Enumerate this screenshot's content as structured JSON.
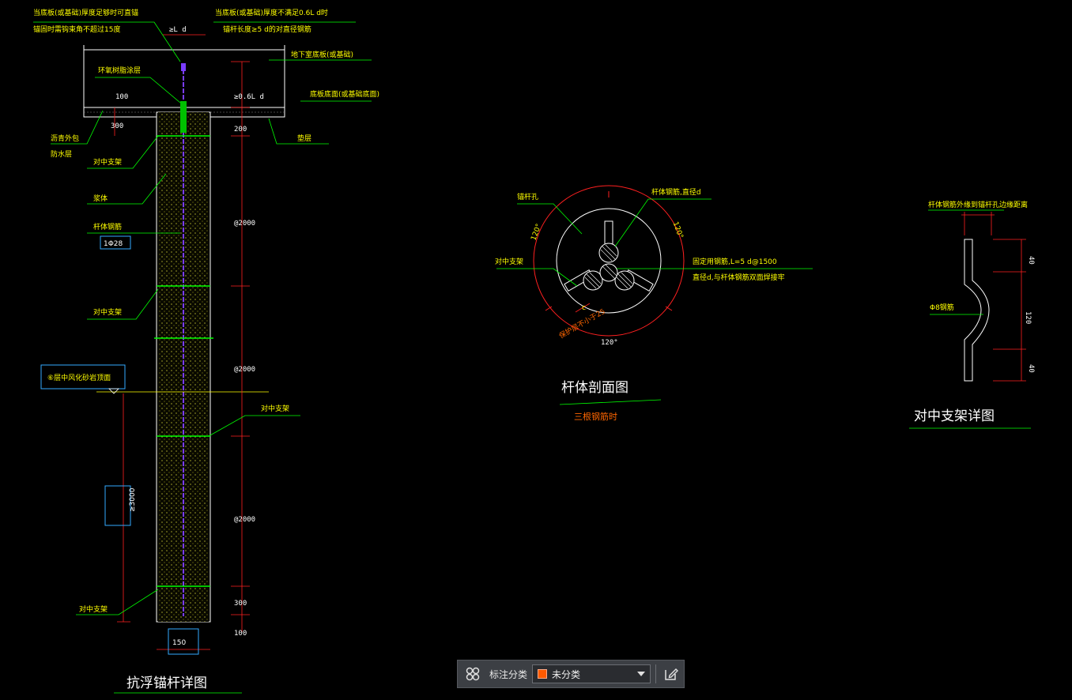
{
  "drawing": {
    "left_annotations": {
      "top_note_1a": "当底板(或基础)厚度足够时可直锚",
      "top_note_1b": "锚固时需钩束角不超过15度",
      "pl_dim": "≥L d",
      "top_note_2a": "当底板(或基础)厚度不满足0.6L d时",
      "top_note_2b": "锚杆长度≥5 d的对直径钢筋",
      "basement_slab": "地下室底板(或基础)",
      "waterproof_coating": "环氧树脂涂层",
      "dim_100": "100",
      "dim_300_top": "300",
      "dim_06ld": "≥0.6L d",
      "slab_bottom": "底板底面(或基础底面)",
      "bitumen_wrap": "沥青外包",
      "waterproof_layer": "防水层",
      "sand_layer": "垫层",
      "centralizer_1": "对中支架",
      "grout": "浆体",
      "dim_200": "200",
      "dim_2000_1": "@2000",
      "rod_bar": "杆体钢筋",
      "rod_spec": "1Φ28",
      "centralizer_2": "对中支架",
      "dim_2000_2": "@2000",
      "rock_top": "⑥层中风化砂岩顶面",
      "centralizer_3": "对中支架",
      "anchor_len": "≥3000",
      "dim_2000_3": "@2000",
      "centralizer_4": "对中支架",
      "dim_300_bot": "300",
      "dim_100_bot": "100",
      "dia": "150",
      "title": "抗浮锚杆详图"
    },
    "section": {
      "anchor_hole": "锚杆孔",
      "rod_bar_label": "杆体钢筋,直径d",
      "angle_1": "120°",
      "angle_2": "120°",
      "angle_3": "120°",
      "centralizer": "对中支架",
      "fix_bar_1": "固定用钢筋,L=5 d@1500",
      "fix_bar_2": "直径d,与杆体钢筋双面焊接牢",
      "c_mark": "c",
      "cover_note": "保护层不小于25",
      "title": "杆体剖面图",
      "subtitle": "三根钢筋时"
    },
    "support": {
      "top_note": "杆体钢筋外缘到锚杆孔边缘距离",
      "bar_label": "Φ8钢筋",
      "dim_40_top": "40",
      "dim_120": "120",
      "dim_40_bot": "40",
      "title": "对中支架详图"
    }
  },
  "toolbar": {
    "grid_icon": "grid-icon",
    "label": "标注分类",
    "select_value": "未分类",
    "select_color": "#ff5a00",
    "edit_icon": "edit-icon"
  }
}
